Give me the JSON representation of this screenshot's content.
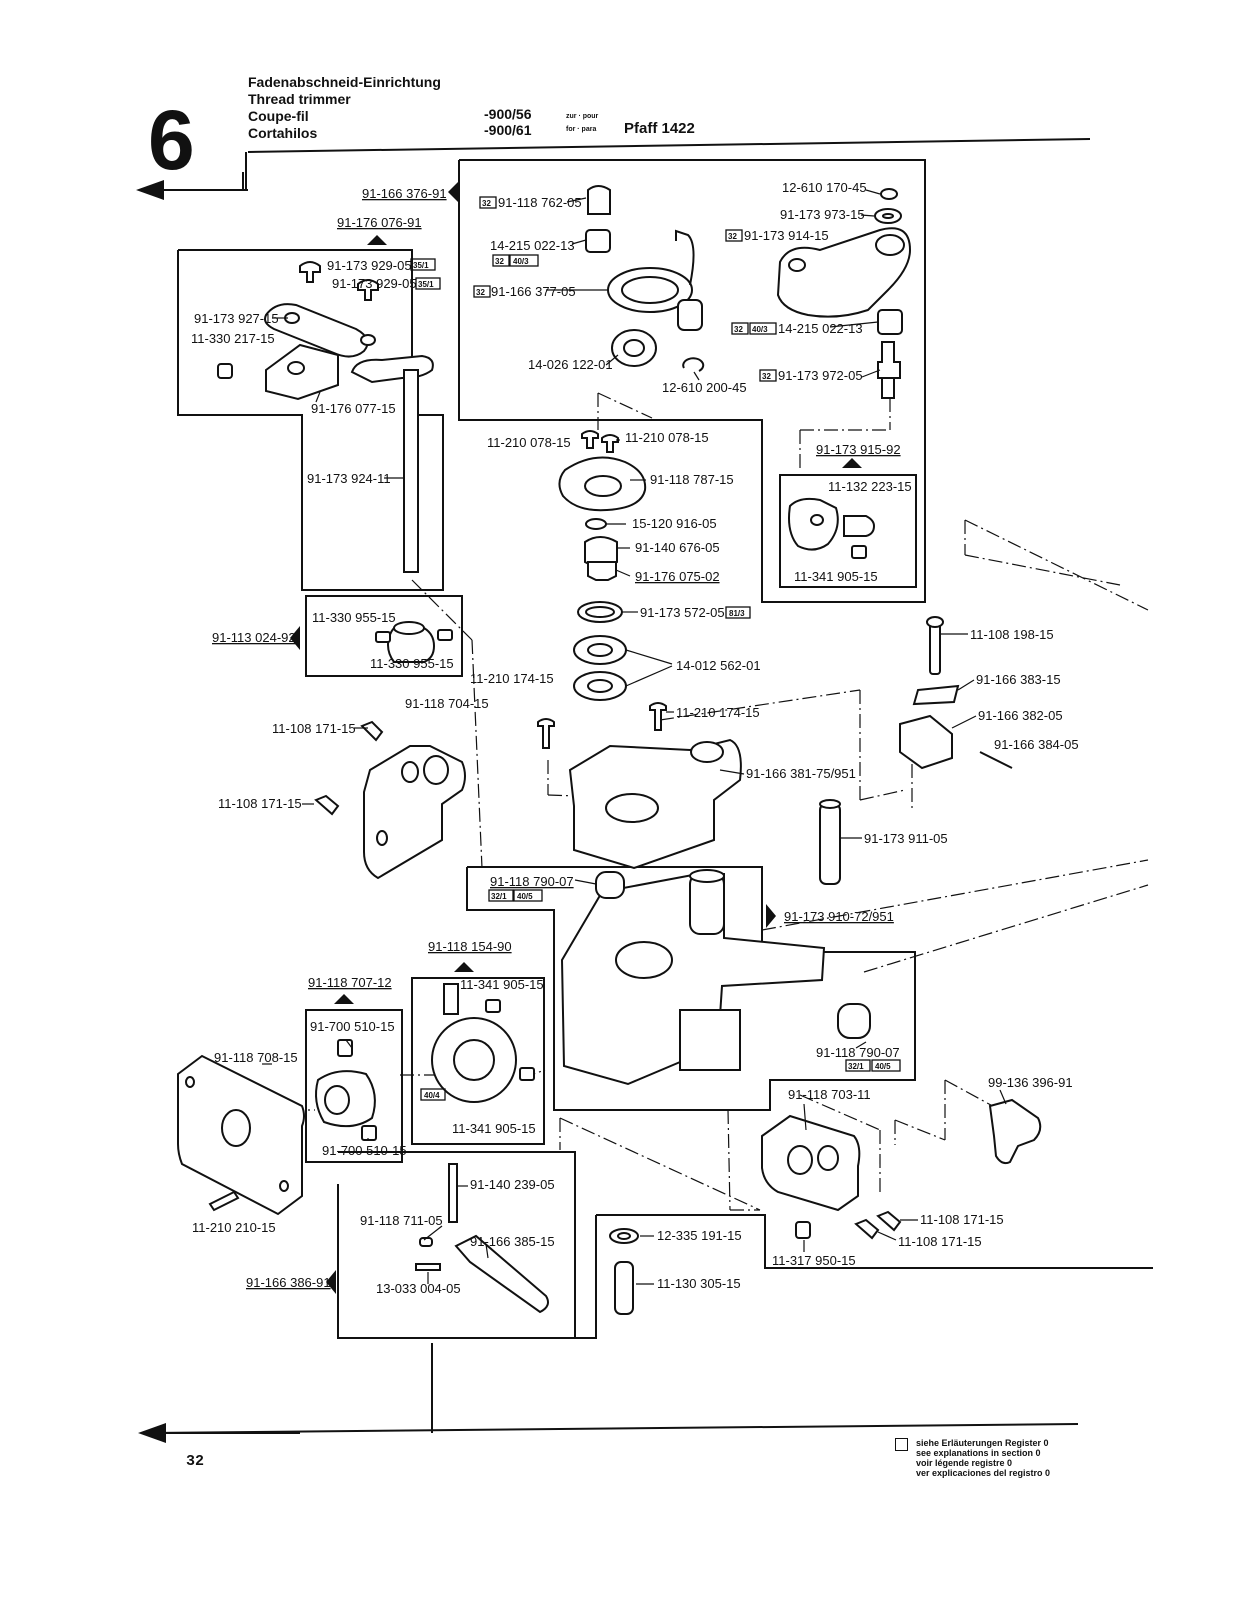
{
  "header": {
    "section_number": "6",
    "title_de": "Fadenabschneid-Einrichtung",
    "title_en": "Thread trimmer",
    "title_fr": "Coupe-fil",
    "title_es": "Cortahilos",
    "model_code_1": "-900/56",
    "model_code_2": "-900/61",
    "for_label_1": "zur · pour",
    "for_label_2": "for · para",
    "machine": "Pfaff 1422"
  },
  "footer": {
    "page_number": "32",
    "legend_lines": [
      "siehe Erläuterungen Register 0",
      "see explanations in section 0",
      "voir légende registre 0",
      "ver explicaciones del registro 0"
    ]
  },
  "assemblies": [
    "91-166 376-91",
    "91-176 076-91",
    "91-113 024-92",
    "91-173 915-92",
    "91-173 910-72/951",
    "91-118 154-90",
    "91-118 707-12",
    "91-166 386-91"
  ],
  "parts": [
    "91-118 762-05",
    "14-215 022-13",
    "91-166 377-05",
    "14-026 122-01",
    "12-610 200-45",
    "12-610 170-45",
    "91-173 973-15",
    "91-173 914-15",
    "14-215 022-13",
    "91-173 972-05",
    "91-173 929-05",
    "91-173 929-05",
    "91-173 927-15",
    "11-330 217-15",
    "91-176 077-15",
    "91-173 924-11",
    "11-210 078-15",
    "11-210 078-15",
    "91-118 787-15",
    "15-120 916-05",
    "91-140 676-05",
    "91-176 075-02",
    "91-173 572-05",
    "14-012 562-01",
    "11-210 174-15",
    "11-210 174-15",
    "91-166 381-75/951",
    "11-132 223-15",
    "11-341 905-15",
    "11-330 955-15",
    "11-330 955-15",
    "91-118 704-15",
    "11-108 171-15",
    "11-108 171-15",
    "11-108 198-15",
    "91-166 383-15",
    "91-166 382-05",
    "91-166 384-05",
    "91-173 911-05",
    "91-118 790-07",
    "91-118 790-07",
    "11-341 905-15",
    "11-341 905-15",
    "91-700 510-15",
    "91-700 510-15",
    "91-118 708-15",
    "11-210 210-15",
    "91-140 239-05",
    "91-118 711-05",
    "91-166 385-15",
    "13-033 004-05",
    "12-335 191-15",
    "11-130 305-15",
    "91-118 703-11",
    "11-108 171-15",
    "11-108 171-15",
    "11-317 950-15",
    "99-136 396-91"
  ],
  "register_refs": [
    "32",
    "32",
    "40/3",
    "32",
    "32",
    "35/1",
    "35/1",
    "32",
    "40/3",
    "32",
    "81/3",
    "32/1",
    "40/5",
    "32/1",
    "40/5",
    "40/4"
  ]
}
